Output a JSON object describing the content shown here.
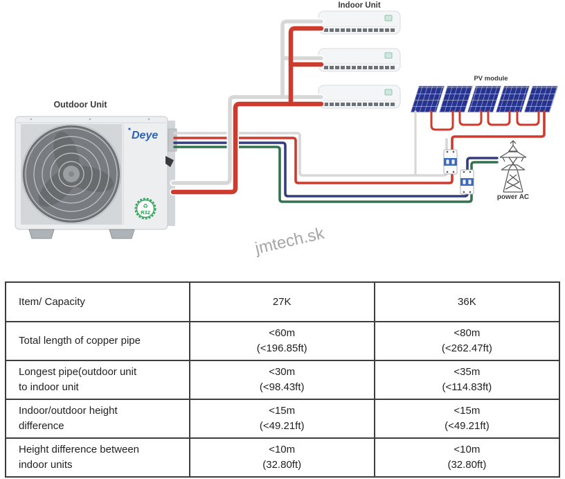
{
  "diagram": {
    "labels": {
      "indoor_unit": "Indoor Unit",
      "outdoor_unit": "Outdoor Unit",
      "pv_module": "PV module",
      "power_ac": "power AC"
    },
    "brand": "Deye",
    "refrigerant_badge": "R32",
    "watermark": "jmtech.sk",
    "indoor_unit_count": 3,
    "pv_panel_count": 5,
    "colors": {
      "wire_red": "#cc3b2e",
      "wire_gray": "#d7d7d7",
      "wire_blue": "#343e7d",
      "wire_green": "#33714f",
      "pv_panel": "#26348f",
      "brand_blue": "#2f63b5",
      "badge_green": "#2e9e57"
    }
  },
  "table": {
    "headers": [
      "Item/ Capacity",
      "27K",
      "36K"
    ],
    "rows": [
      {
        "item": "Total length of copper pipe",
        "k27": "<60m\n(<196.85ft)",
        "k36": "<80m\n(<262.47ft)"
      },
      {
        "item": "Longest pipe(outdoor unit\nto indoor unit",
        "k27": "<30m\n(<98.43ft)",
        "k36": "<35m\n(<114.83ft)"
      },
      {
        "item": "Indoor/outdoor height\ndifference",
        "k27": "<15m\n(<49.21ft)",
        "k36": "<15m\n(<49.21ft)"
      },
      {
        "item": "Height difference between\nindoor units",
        "k27": "<10m\n(32.80ft)",
        "k36": "<10m\n(32.80ft)"
      }
    ]
  }
}
